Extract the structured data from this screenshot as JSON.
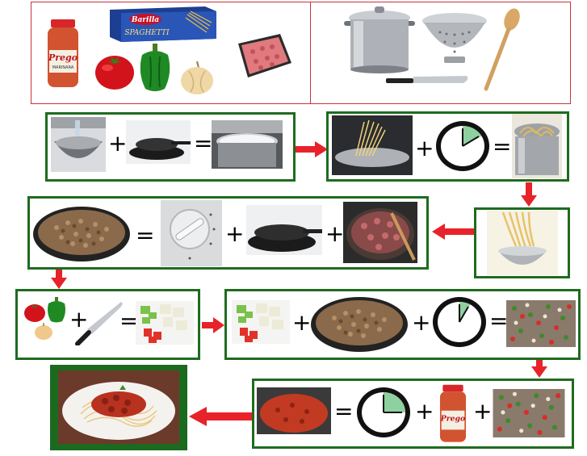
{
  "colors": {
    "arrow": "#e8222a",
    "step_frame": "#1f6b1f",
    "ingredients_frame": "#c8323a",
    "timer_wedge": "#8fd0a0"
  },
  "operators": {
    "plus": "+",
    "equals": "="
  },
  "labels": {
    "brand_jar": "Prego",
    "brand_jar_sub": "MARINARA",
    "brand_pasta": "Barilla",
    "pasta_name": "SPAGHETTI",
    "timer_minutes_boil_pasta": 10,
    "timer_minutes_simmer_veg": 5,
    "timer_minutes_simmer_sauce": 15
  },
  "icons": [
    "sauce-jar-icon",
    "spaghetti-box-icon",
    "tomato-icon",
    "green-pepper-icon",
    "onion-icon",
    "ground-beef-icon",
    "stock-pot-icon",
    "colander-icon",
    "wooden-spoon-icon",
    "chef-knife-icon",
    "clock-timer-icon",
    "stove-burner-icon",
    "frying-pan-icon",
    "stove-dial-icon",
    "plated-spaghetti-icon"
  ]
}
